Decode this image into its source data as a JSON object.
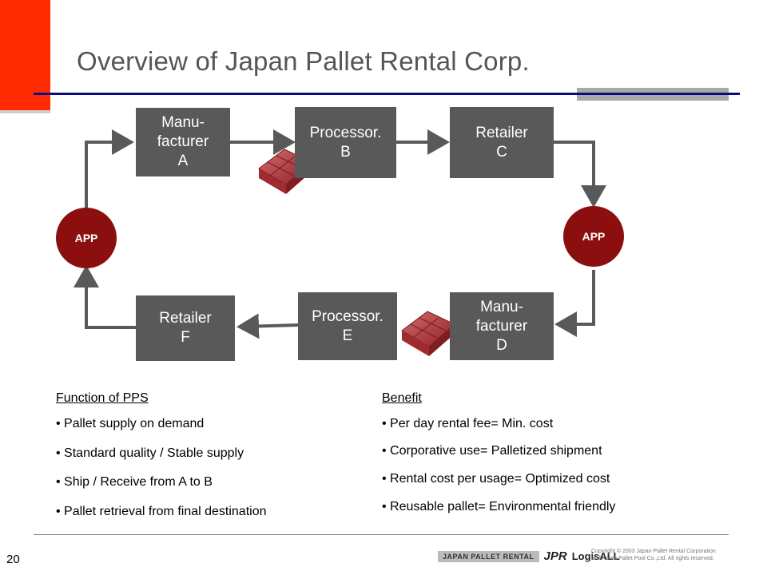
{
  "page": {
    "title": "Overview of Japan Pallet Rental Corp.",
    "page_number": "20"
  },
  "nodes": {
    "a": [
      "Manu-",
      "facturer",
      "A"
    ],
    "b": [
      "Processor.",
      "B"
    ],
    "c": [
      "Retailer",
      "C"
    ],
    "d": [
      "Manu-",
      "facturer",
      "D"
    ],
    "e": [
      "Processor.",
      "E"
    ],
    "f": [
      "Retailer",
      "F"
    ]
  },
  "app_left": "APP",
  "app_right": "APP",
  "function": {
    "heading": "Function of PPS",
    "items": [
      "Pallet supply on demand",
      "Standard quality / Stable supply",
      "Ship / Receive  from A to B",
      "Pallet retrieval from final destination"
    ]
  },
  "benefit": {
    "heading": "Benefit",
    "items": [
      "Per day rental fee= Min. cost",
      "Corporative use= Palletized shipment",
      "Rental cost per usage= Optimized cost",
      "Reusable pallet= Environmental friendly"
    ]
  },
  "footer": {
    "jpr_text": "JAPAN PALLET RENTAL",
    "jpr_mark": "JPR",
    "logisall": "LogisALL",
    "copyright_1": "Copyright © 2003 Japan Pallet Rental Corporation",
    "copyright_2": "and Korea Pallet Pool Co.,Ltd.  All rights reserved."
  },
  "colors": {
    "accent_red": "#ff2a00",
    "node_grey": "#595959",
    "app_red": "#8b0f0f",
    "pallet_red": "#b03035",
    "rule_navy": "#0a0a7a"
  }
}
